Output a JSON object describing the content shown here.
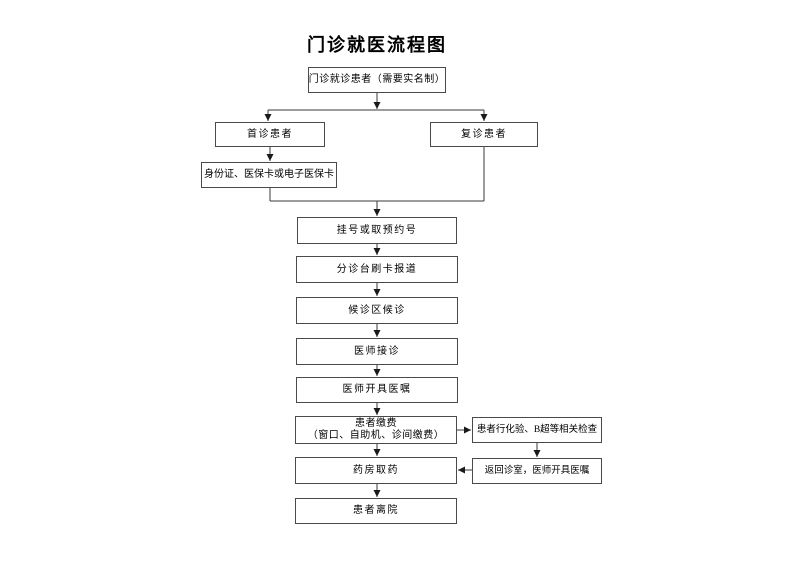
{
  "title": "门诊就医流程图",
  "colors": {
    "line": "#3a3a3a",
    "border": "#4a4a4a",
    "text": "#000000",
    "background": "#ffffff"
  },
  "nodes": {
    "start": {
      "label": "门诊就诊患者（需要实名制）"
    },
    "first_visit": {
      "label": "首诊患者"
    },
    "return_visit": {
      "label": "复诊患者"
    },
    "id_card": {
      "label": "身份证、医保卡或电子医保卡"
    },
    "register": {
      "label": "挂号或取预约号"
    },
    "triage": {
      "label": "分诊台刷卡报道"
    },
    "waiting": {
      "label": "候诊区候诊"
    },
    "consult": {
      "label": "医师接诊"
    },
    "orders": {
      "label": "医师开具医嘱"
    },
    "payment": {
      "label_line1": "患者缴费",
      "label_line2": "（窗口、自助机、诊间缴费）"
    },
    "tests": {
      "label": "患者行化验、B超等相关检查"
    },
    "return_clinic": {
      "label": "返回诊室，医师开具医嘱"
    },
    "pharmacy": {
      "label": "药房取药"
    },
    "leave": {
      "label": "患者离院"
    }
  }
}
